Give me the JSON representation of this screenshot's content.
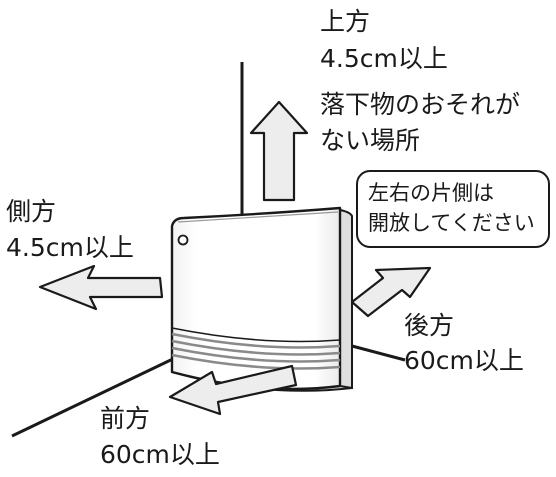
{
  "labels": {
    "top": {
      "heading": "上方",
      "distance": "4.5cm以上"
    },
    "note": {
      "line1": "落下物のおそれが",
      "line2": "ない場所"
    },
    "side": {
      "heading": "側方",
      "distance": "4.5cm以上"
    },
    "rear": {
      "heading": "後方",
      "distance": "60cm以上"
    },
    "front": {
      "heading": "前方",
      "distance": "60cm以上"
    }
  },
  "callout": {
    "line1": "左右の片側は",
    "line2": "開放してください"
  },
  "colors": {
    "line": "#1a1a1a",
    "arrow_fill": "#ededed",
    "heater_body": "#ffffff",
    "heater_side": "#e4e4e4",
    "vent": "#8a8a8a"
  },
  "icons": {
    "heater": "fan-heater-illustration",
    "arrows": "clearance-direction-arrow"
  }
}
